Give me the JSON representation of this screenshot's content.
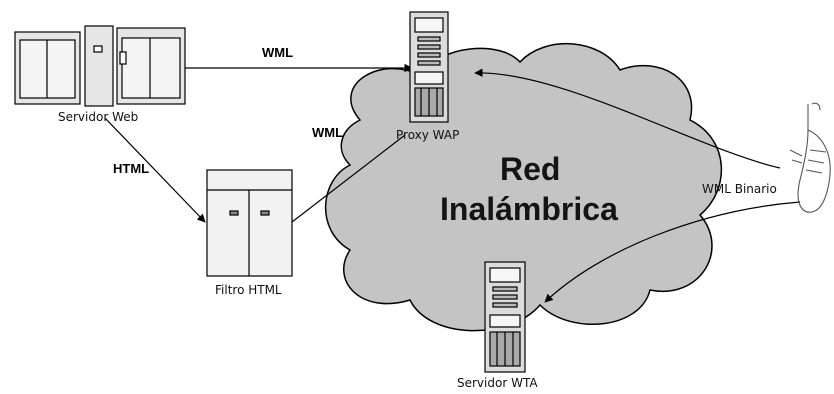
{
  "nodes": {
    "web_server": "Servidor Web",
    "proxy": "Proxy WAP",
    "filter": "Filtro HTML",
    "wta_server": "Servidor WTA",
    "binary": "WML Binario"
  },
  "edges": {
    "web_to_proxy": "WML",
    "filter_to_proxy": "WML",
    "web_to_filter": "HTML"
  },
  "cloud": {
    "line1": "Red",
    "line2": "Inalámbrica"
  },
  "colors": {
    "cloud": "#c4c4c4",
    "outline": "#000000"
  }
}
